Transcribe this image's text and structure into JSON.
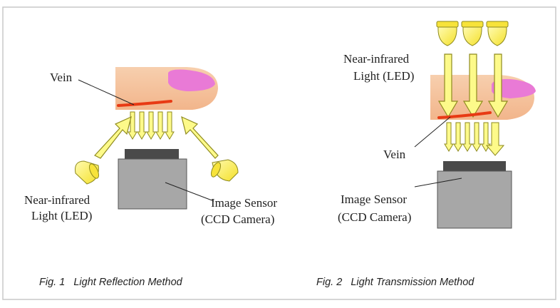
{
  "labels": {
    "fig1_vein": "Vein",
    "fig1_nir_line1": "Near-infrared",
    "fig1_nir_line2": "Light (LED)",
    "fig1_sensor_line1": "Image Sensor",
    "fig1_sensor_line2": "(CCD Camera)",
    "fig2_nir_line1": "Near-infrared",
    "fig2_nir_line2": "Light (LED)",
    "fig2_vein": "Vein",
    "fig2_sensor_line1": "Image Sensor",
    "fig2_sensor_line2": "(CCD Camera)"
  },
  "captions": {
    "fig1": "Fig. 1   Light Reflection Method",
    "fig2": "Fig. 2   Light Transmission Method"
  },
  "colors": {
    "skin": "#f5c39c",
    "nail": "#e97ad6",
    "vein": "#e83a14",
    "arrow_fill": "#fdfa8a",
    "arrow_stroke": "#8e8a1e",
    "led_fill": "#fff25a",
    "sensor_body": "#a7a7a7",
    "sensor_lens": "#4a4a4a",
    "frame": "#c8c8c8"
  }
}
